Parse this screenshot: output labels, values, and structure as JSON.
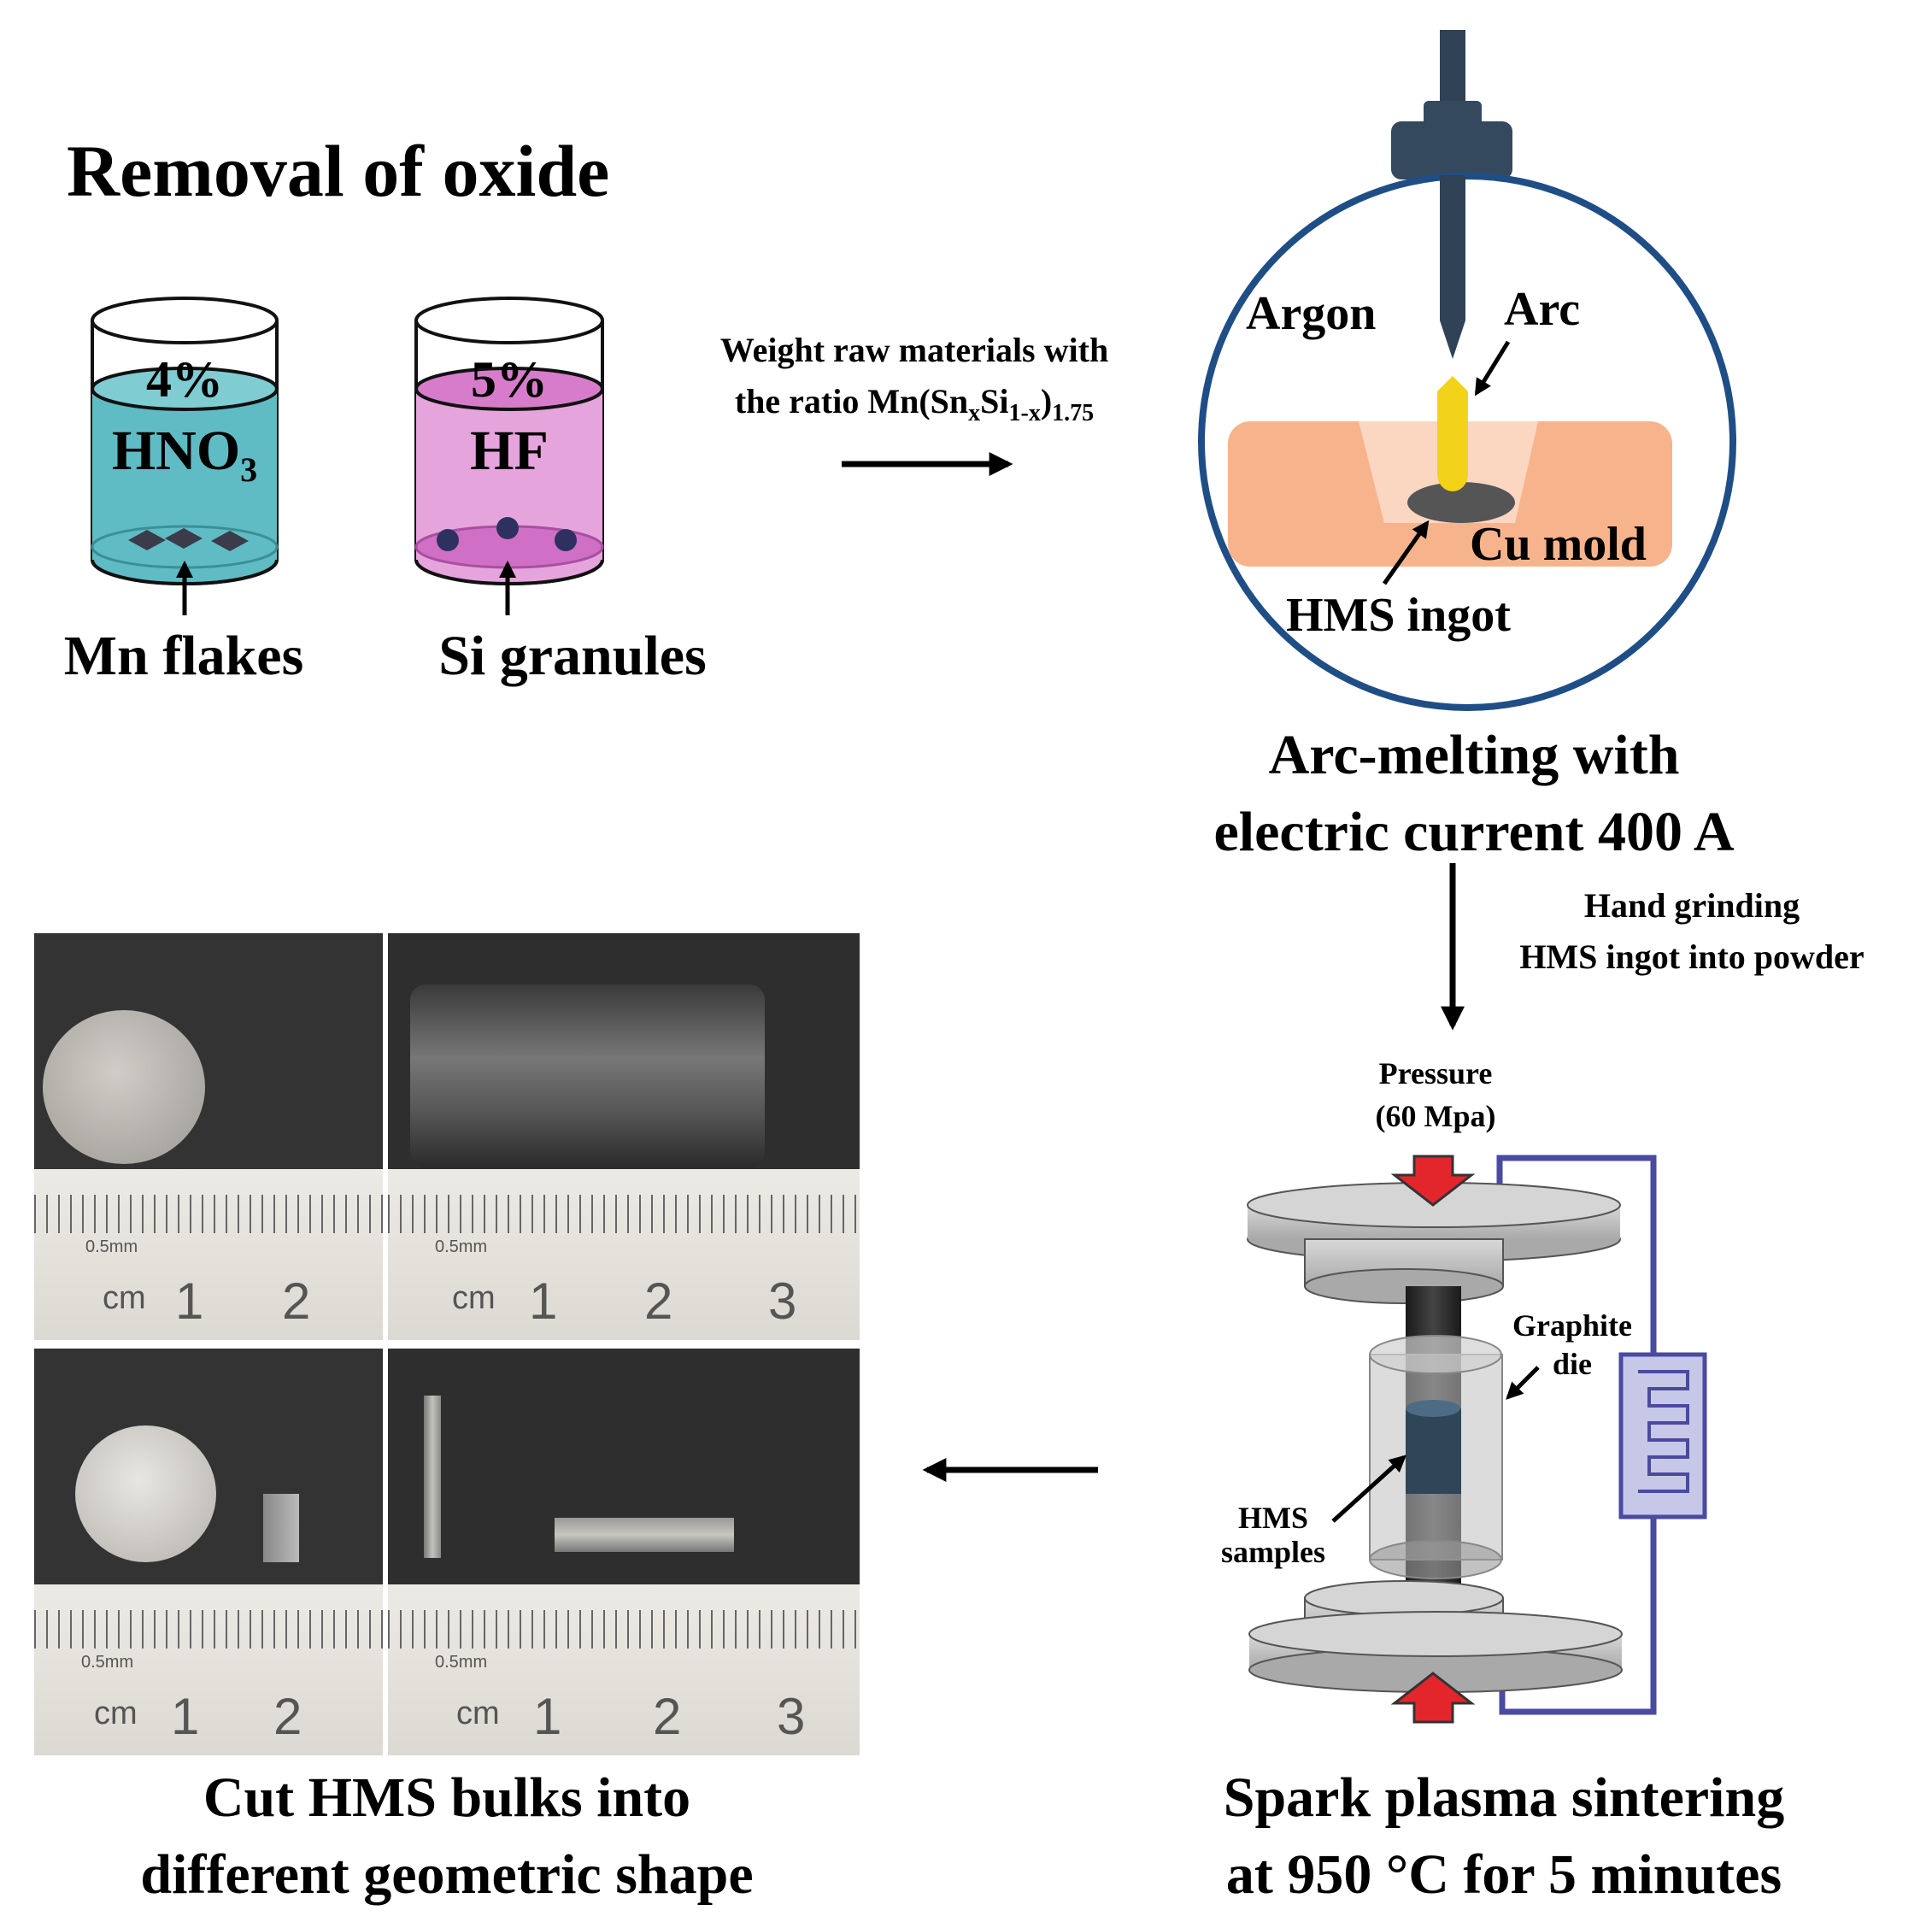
{
  "title": "Removal of oxide",
  "beaker1": {
    "percent": "4%",
    "acid_main": "HNO",
    "acid_sub": "3",
    "label": "Mn flakes"
  },
  "beaker2": {
    "percent": "5%",
    "acid_main": "HF",
    "label": "Si granules"
  },
  "weigh": {
    "line1": "Weight raw materials with",
    "line2_prefix": "the ratio Mn(Sn",
    "sub_x": "x",
    "si": "Si",
    "sub_1x": "1-x",
    "close": ")",
    "sub_175": "1.75"
  },
  "arc": {
    "argon": "Argon",
    "arc": "Arc",
    "cu_mold": "Cu mold",
    "ingot": "HMS ingot",
    "caption1": "Arc-melting with",
    "caption2": "electric current 400 A"
  },
  "grind": {
    "line1": "Hand grinding",
    "line2": "HMS ingot into powder"
  },
  "sps": {
    "pressure1": "Pressure",
    "pressure2": "(60 Mpa)",
    "graphite1": "Graphite",
    "graphite2": "die",
    "samples1": "HMS",
    "samples2": "samples",
    "caption1": "Spark plasma sintering",
    "caption2": "at 950 °C for 5 minutes"
  },
  "photos": {
    "ruler_small": "0.5mm",
    "cm": "cm",
    "n1": "1",
    "n2": "2",
    "n3": "3"
  },
  "cut": {
    "caption1": "Cut HMS bulks into",
    "caption2": "different geometric shape"
  },
  "colors": {
    "hno3_liquid": "#5fbcc4",
    "hf_liquid": "#dd8bd0",
    "mold": "#f7b48c",
    "arc": "#f3d21a",
    "circle": "#1f4e86",
    "electrode": "#2f4256",
    "arrow_red": "#e3262b",
    "circuit": "#4a4aa0"
  }
}
